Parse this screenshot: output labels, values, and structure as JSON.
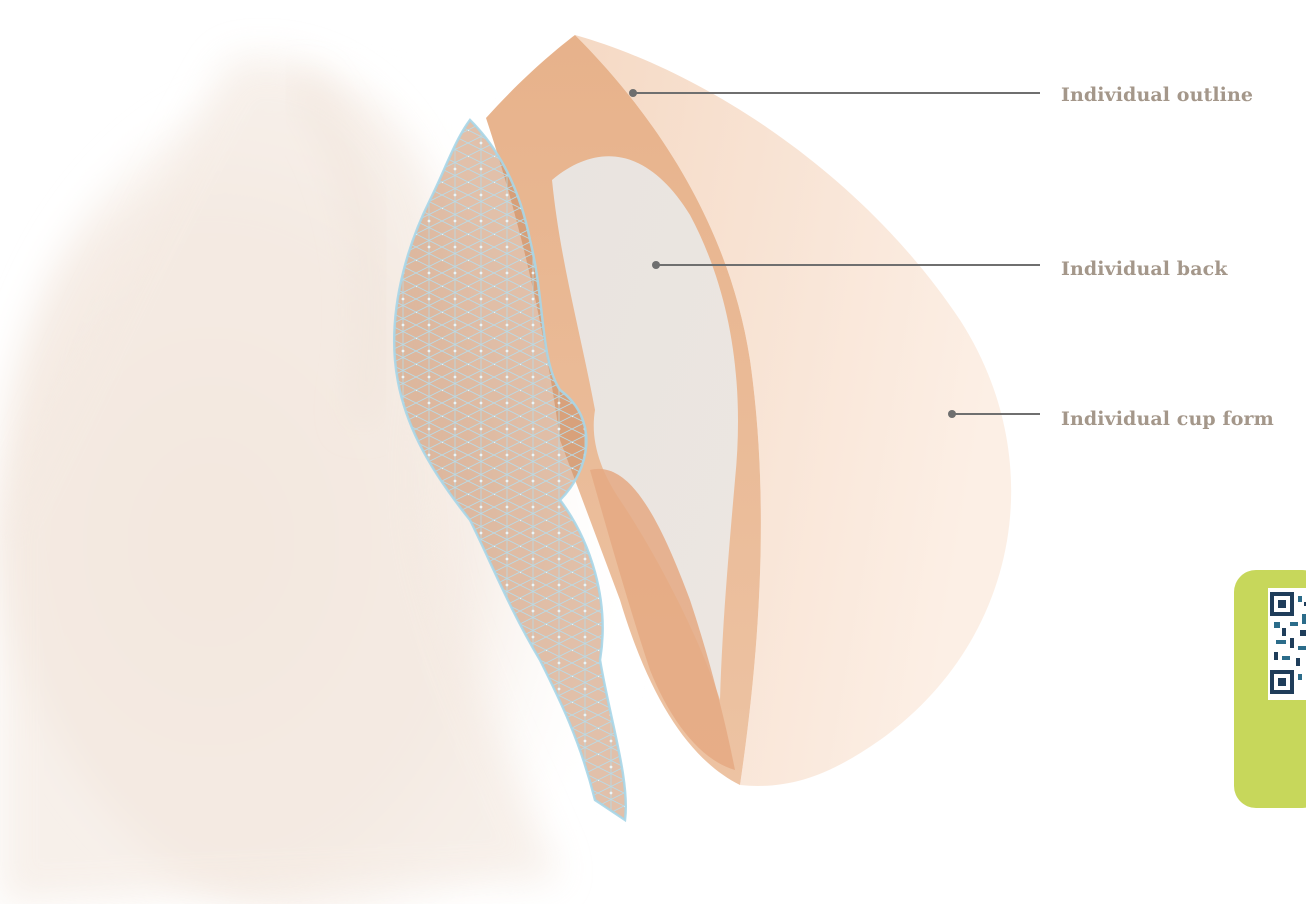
{
  "labels": {
    "outline": "Individual outline",
    "back": "Individual back",
    "cup_form": "Individual cup form"
  },
  "colors": {
    "label_text": "#a4978a",
    "leader_line": "#6f6f6f",
    "qr_card": "#c7d75b",
    "skin": "#e9b690",
    "mesh": "#9fd3e6"
  },
  "icons": {
    "qr_code": "qr-code-icon"
  }
}
